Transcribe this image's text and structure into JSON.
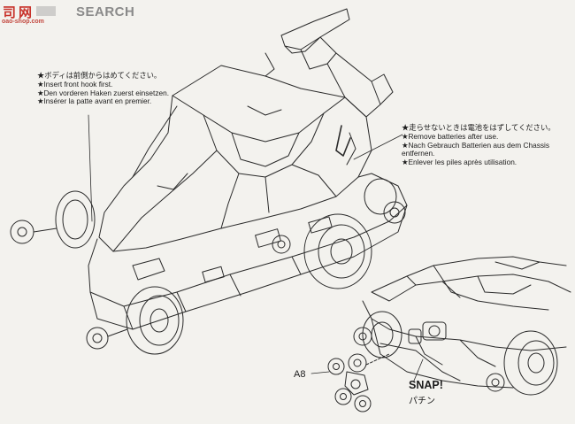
{
  "header": {
    "search_label": "SEARCH",
    "site_url": "oao-shop.com"
  },
  "notes": {
    "front_hook": {
      "ja": "★ボディは前側からはめてください。",
      "en": "★Insert front hook first.",
      "de": "★Den vorderen Haken zuerst einsetzen.",
      "fr": "★Insérer la patte avant en premier."
    },
    "batteries": {
      "ja": "★走らせないときは電池をはずしてください。",
      "en": "★Remove batteries after use.",
      "de1": "★Nach Gebrauch Batterien aus dem Chassis",
      "de2": "entfernen.",
      "fr": "★Enlever les piles après utilisation."
    }
  },
  "part": {
    "label": "A8"
  },
  "snap": {
    "label": "SNAP!",
    "label_jp": "パチン"
  },
  "colors": {
    "paper": "#f3f2ee",
    "line": "#2a2a2a",
    "logo_red": "#c8322b"
  }
}
